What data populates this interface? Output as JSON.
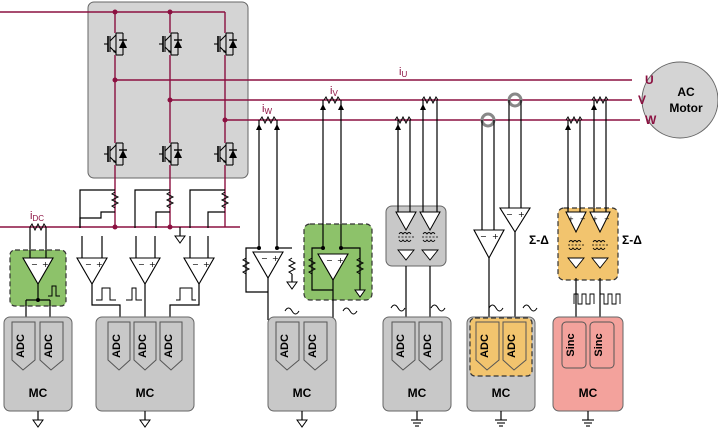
{
  "labels": {
    "i_u": "i",
    "i_u_sub": "U",
    "i_v": "i",
    "i_v_sub": "V",
    "i_w": "i",
    "i_w_sub": "W",
    "i_dc": "i",
    "i_dc_sub": "DC",
    "motor_line1": "AC",
    "motor_line2": "Motor",
    "phase_u": "U",
    "phase_v": "V",
    "phase_w": "W",
    "sigma_delta_left": "Σ-Δ",
    "sigma_delta_right": "Σ-Δ"
  },
  "blocks": [
    {
      "adcs": [
        "ADC",
        "ADC"
      ],
      "mc": "MC"
    },
    {
      "adcs": [
        "ADC",
        "ADC",
        "ADC"
      ],
      "mc": "MC"
    },
    {
      "adcs": [
        "ADC",
        "ADC"
      ],
      "mc": "MC"
    },
    {
      "adcs": [
        "ADC",
        "ADC"
      ],
      "mc": "MC"
    },
    {
      "adcs": [
        "ADC",
        "ADC"
      ],
      "mc": "MC"
    },
    {
      "adcs": [
        "Sinc",
        "Sinc"
      ],
      "mc": "MC"
    }
  ],
  "colors": {
    "power_line": "#8b1040",
    "inverter_fill": "#d4d4d4",
    "controller_fill": "#c8c8c8",
    "green_highlight": "#8dc26a",
    "orange_highlight": "#f2c46e",
    "sinc_fill": "#f3a29c",
    "label_color": "#8b1040"
  },
  "icons": [
    "igbt-icon",
    "opamp-icon",
    "ground-icon",
    "resistor-icon",
    "current-sensor-icon",
    "isolation-transformer-icon"
  ]
}
